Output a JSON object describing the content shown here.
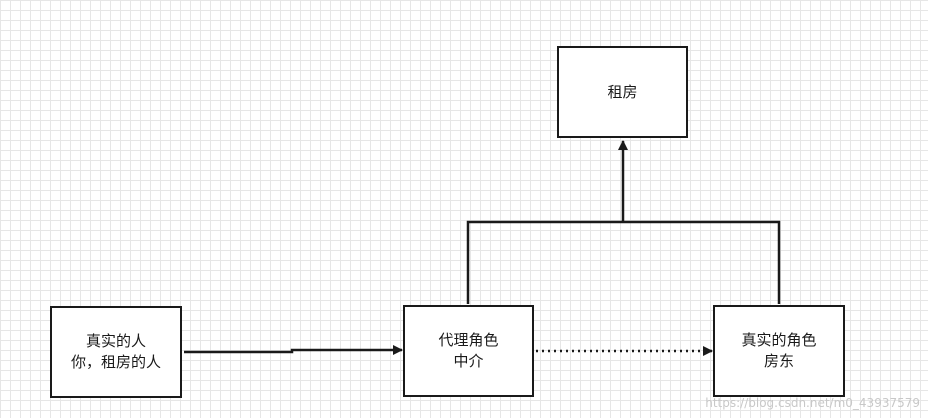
{
  "diagram": {
    "nodes": {
      "rent": {
        "line1": "租房"
      },
      "tenant": {
        "line1": "真实的人",
        "line2": "你，租房的人"
      },
      "proxy": {
        "line1": "代理角色",
        "line2": "中介"
      },
      "landlord": {
        "line1": "真实的角色",
        "line2": "房东"
      }
    },
    "edges": [
      {
        "from": "tenant",
        "to": "proxy",
        "style": "solid",
        "arrow": "filled"
      },
      {
        "from": "proxy",
        "to": "landlord",
        "style": "dotted",
        "arrow": "filled"
      },
      {
        "from": "proxy",
        "to": "rent",
        "style": "solid",
        "arrow": "filled",
        "joined_with": "landlord"
      }
    ],
    "watermark": "https://blog.csdn.net/m0_43937579"
  },
  "colors": {
    "stroke": "#1a1a1a",
    "grid": "#e6e6e6",
    "background": "#ffffff",
    "watermark": "#c8c8c8"
  }
}
